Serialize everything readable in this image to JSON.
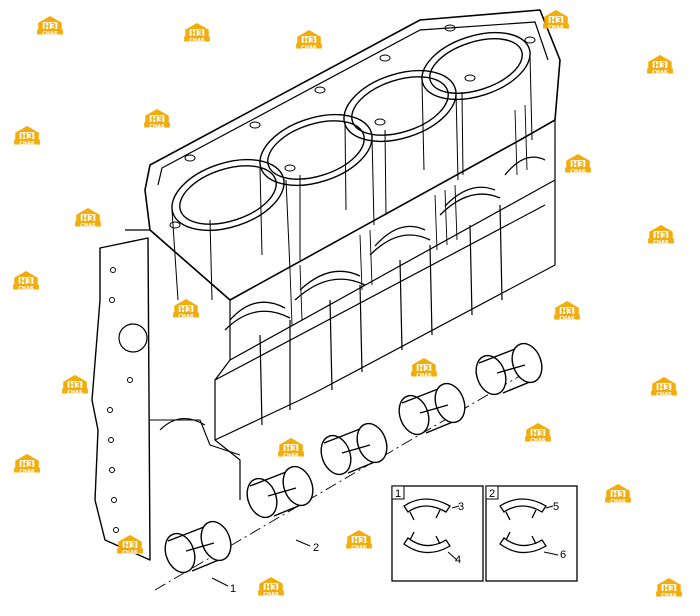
{
  "callouts": [
    "1",
    "2",
    "3",
    "4",
    "5",
    "6"
  ],
  "detail_boxes": [
    {
      "label": "1",
      "callouts": [
        "3",
        "4"
      ]
    },
    {
      "label": "2",
      "callouts": [
        "5",
        "6"
      ]
    }
  ],
  "watermark": {
    "mark": "НЗ",
    "text": "СНАБ",
    "color": "#f2a900"
  }
}
